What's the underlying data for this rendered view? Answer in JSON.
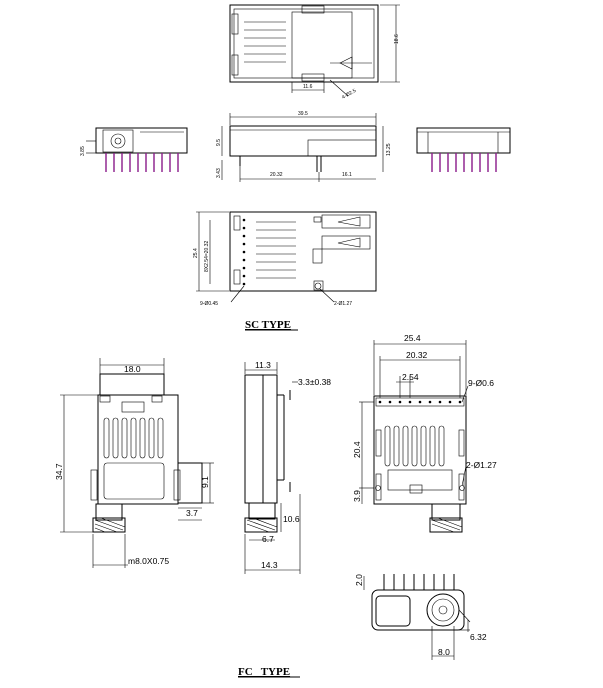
{
  "sc": {
    "title": "SC TYPE",
    "dims": {
      "top_height": "18.6",
      "top_width": "11.6",
      "top_hole": "4-Ø2.5",
      "length": "39.5",
      "height_a": "9.5",
      "height_b": "13.25",
      "pin_len": "3.43",
      "pitch_a": "20.32",
      "pitch_b": "16.1",
      "left_h": "3.85",
      "bottom_w": "25.4",
      "bottom_span": "8X2.54=20.32",
      "pins": "9-Ø0.45",
      "holes": "2-Ø1.27"
    }
  },
  "fc": {
    "title": "FC   TYPE",
    "dims": {
      "front_w": "18.0",
      "front_h": "34.7",
      "front_side": "9.1",
      "front_low": "3.7",
      "thread": "m8.0X0.75",
      "side_top": "11.3",
      "side_tol": "3.3±0.38",
      "side_h": "10.6",
      "side_w": "6.7",
      "side_total": "14.3",
      "bot_w": "25.4",
      "bot_span": "20.32",
      "bot_pitch": "2.54",
      "bot_pins": "9-Ø0.6",
      "bot_h": "20.4",
      "bot_holes": "2-Ø1.27",
      "bot_off": "3.9",
      "end_h": "2.0",
      "end_w": "8.0",
      "end_r": "6.32"
    }
  }
}
